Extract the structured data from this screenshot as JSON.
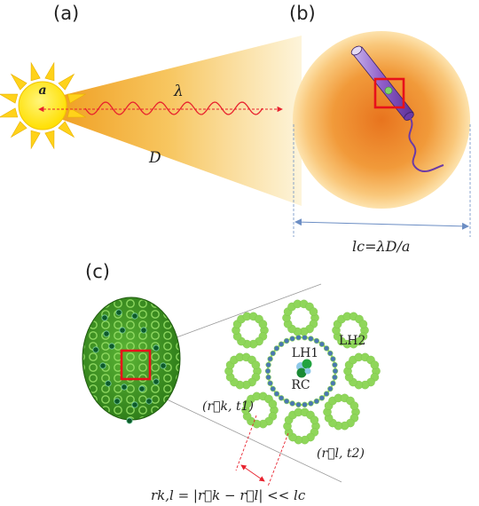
{
  "panels": {
    "a": {
      "label": "(a)",
      "sun_label": "a",
      "wavelength_label": "λ",
      "distance_label": "D"
    },
    "b": {
      "label": "(b)",
      "coherence_label": "lc=λD/a"
    },
    "c": {
      "label": "(c)",
      "lh1_label": "LH1",
      "lh2_label": "LH2",
      "rc_label": "RC",
      "point_k_label": "(r⃗k, t1)",
      "point_l_label": "(r⃗l, t2)",
      "formula_label": "rk,l = |r⃗k − r⃗l| << lc"
    }
  },
  "colors": {
    "sun_yellow": "#ffe800",
    "sun_ray": "#ffd21a",
    "beam_orange": "#f0a024",
    "disk_center": "#ea7a24",
    "disk_edge": "#fde1a3",
    "wave_red": "#e8222e",
    "highlight_red": "#e8101a",
    "bacterium_purple": "#9a6cc8",
    "leaf_green": "#3e9a22",
    "ring_green": "#8fd65a",
    "lh1_blue": "#4a78b0",
    "rc_green": "#1f9a3a",
    "guide_blue": "#6c8ec4"
  }
}
